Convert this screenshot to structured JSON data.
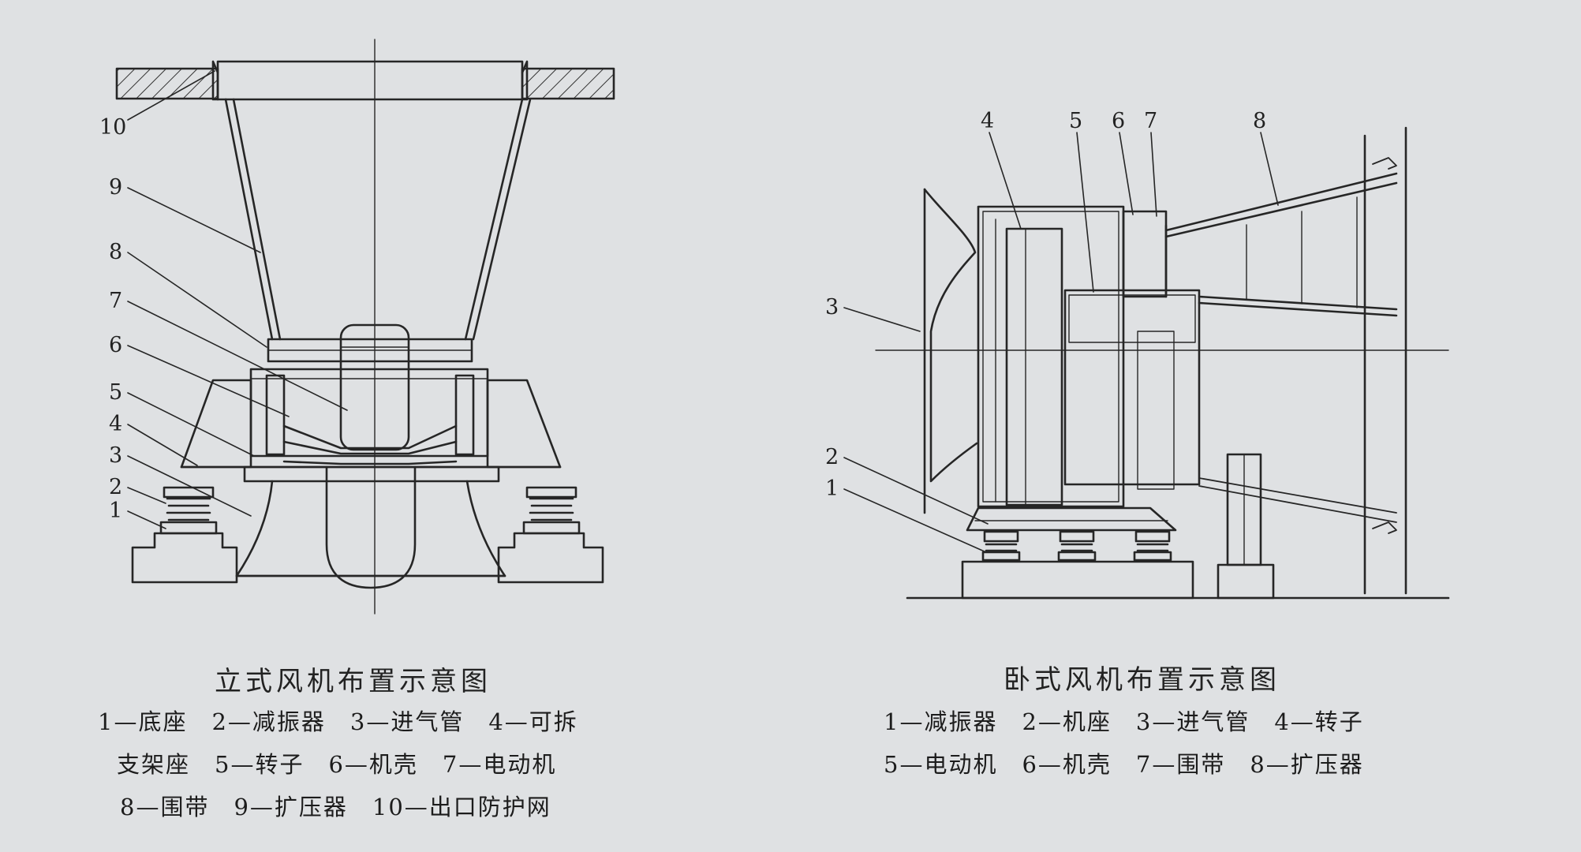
{
  "vertical_fan": {
    "title": "立式风机布置示意图",
    "part_numbers": [
      "1",
      "2",
      "3",
      "4",
      "5",
      "6",
      "7",
      "8",
      "9",
      "10"
    ],
    "legend": [
      "1—底座　2—减振器　3—进气管　4—可拆",
      "支架座　5—转子　6—机壳　7—电动机",
      "8—围带　9—扩压器　10—出口防护网"
    ]
  },
  "horizontal_fan": {
    "title": "卧式风机布置示意图",
    "part_numbers": [
      "1",
      "2",
      "3",
      "4",
      "5",
      "6",
      "7",
      "8"
    ],
    "legend": [
      "1—减振器　2—机座　3—进气管　4—转子",
      "5—电动机　6—机壳　7—围带　8—扩压器"
    ]
  }
}
